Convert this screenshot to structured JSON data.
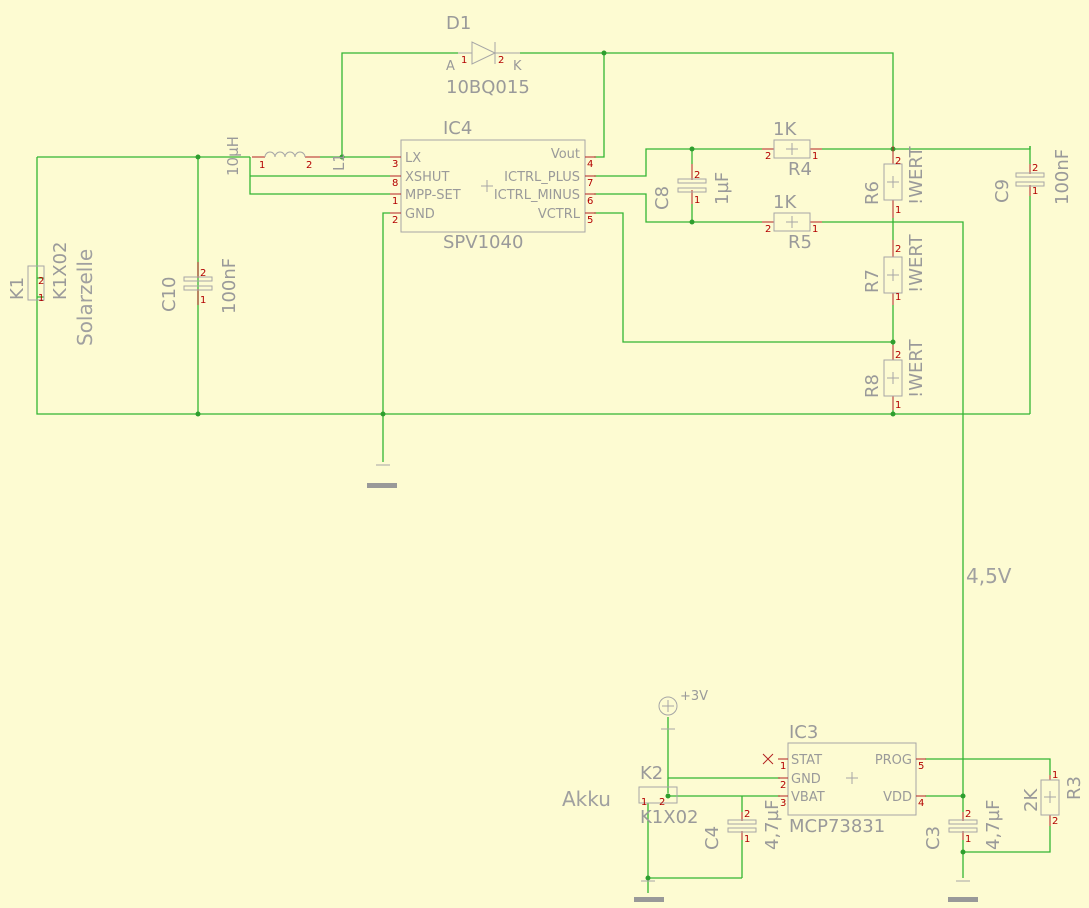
{
  "schematic": {
    "parts": {
      "d1": {
        "name": "D1",
        "value": "10BQ015",
        "pin_a": "A",
        "pin_k": "K",
        "pin1": "1",
        "pin2": "2"
      },
      "ic4": {
        "name": "IC4",
        "value": "SPV1040",
        "pins_left": [
          "LX",
          "XSHUT",
          "MPP-SET",
          "GND"
        ],
        "pins_left_num": [
          "3",
          "8",
          "1",
          "2"
        ],
        "pins_right": [
          "Vout",
          "ICTRL_PLUS",
          "ICTRL_MINUS",
          "VCTRL"
        ],
        "pins_right_num": [
          "4",
          "7",
          "6",
          "5"
        ]
      },
      "l1": {
        "name": "L1",
        "value": "10µH",
        "pin1": "1",
        "pin2": "2"
      },
      "k1": {
        "name": "K1",
        "value": "K1X02",
        "label": "Solarzelle",
        "pin1": "1",
        "pin2": "2"
      },
      "c10": {
        "name": "C10",
        "value": "100nF",
        "pin1": "1",
        "pin2": "2"
      },
      "c8": {
        "name": "C8",
        "value": "1µF",
        "pin1": "1",
        "pin2": "2"
      },
      "c9": {
        "name": "C9",
        "value": "100nF",
        "pin1": "1",
        "pin2": "2"
      },
      "r4": {
        "name": "R4",
        "value": "1K",
        "pin1": "1",
        "pin2": "2"
      },
      "r5": {
        "name": "R5",
        "value": "1K",
        "pin1": "1",
        "pin2": "2"
      },
      "r6": {
        "name": "R6",
        "value": "!WERT",
        "pin1": "1",
        "pin2": "2"
      },
      "r7": {
        "name": "R7",
        "value": "!WERT",
        "pin1": "1",
        "pin2": "2"
      },
      "r8": {
        "name": "R8",
        "value": "!WERT",
        "pin1": "1",
        "pin2": "2"
      },
      "ic3": {
        "name": "IC3",
        "value": "MCP73831",
        "pins_left": [
          "STAT",
          "GND",
          "VBAT"
        ],
        "pins_left_num": [
          "1",
          "2",
          "3"
        ],
        "pins_right": [
          "PROG",
          "VDD"
        ],
        "pins_right_num": [
          "5",
          "4"
        ]
      },
      "k2": {
        "name": "K2",
        "value": "K1X02",
        "label": "Akku",
        "pin1": "1",
        "pin2": "2"
      },
      "c4": {
        "name": "C4",
        "value": "4,7µF",
        "pin1": "1",
        "pin2": "2"
      },
      "c3": {
        "name": "C3",
        "value": "4,7µF",
        "pin1": "1",
        "pin2": "2"
      },
      "r3": {
        "name": "R3",
        "value": "2K",
        "pin1": "1",
        "pin2": "2"
      }
    },
    "supply_label": "+3V",
    "net_label": "4,5V",
    "colors": {
      "background": "#fdfbd2",
      "wire": "#33b533",
      "pin": "#b22222",
      "outline": "#a6a6a6",
      "text": "#9a9a9a"
    }
  }
}
